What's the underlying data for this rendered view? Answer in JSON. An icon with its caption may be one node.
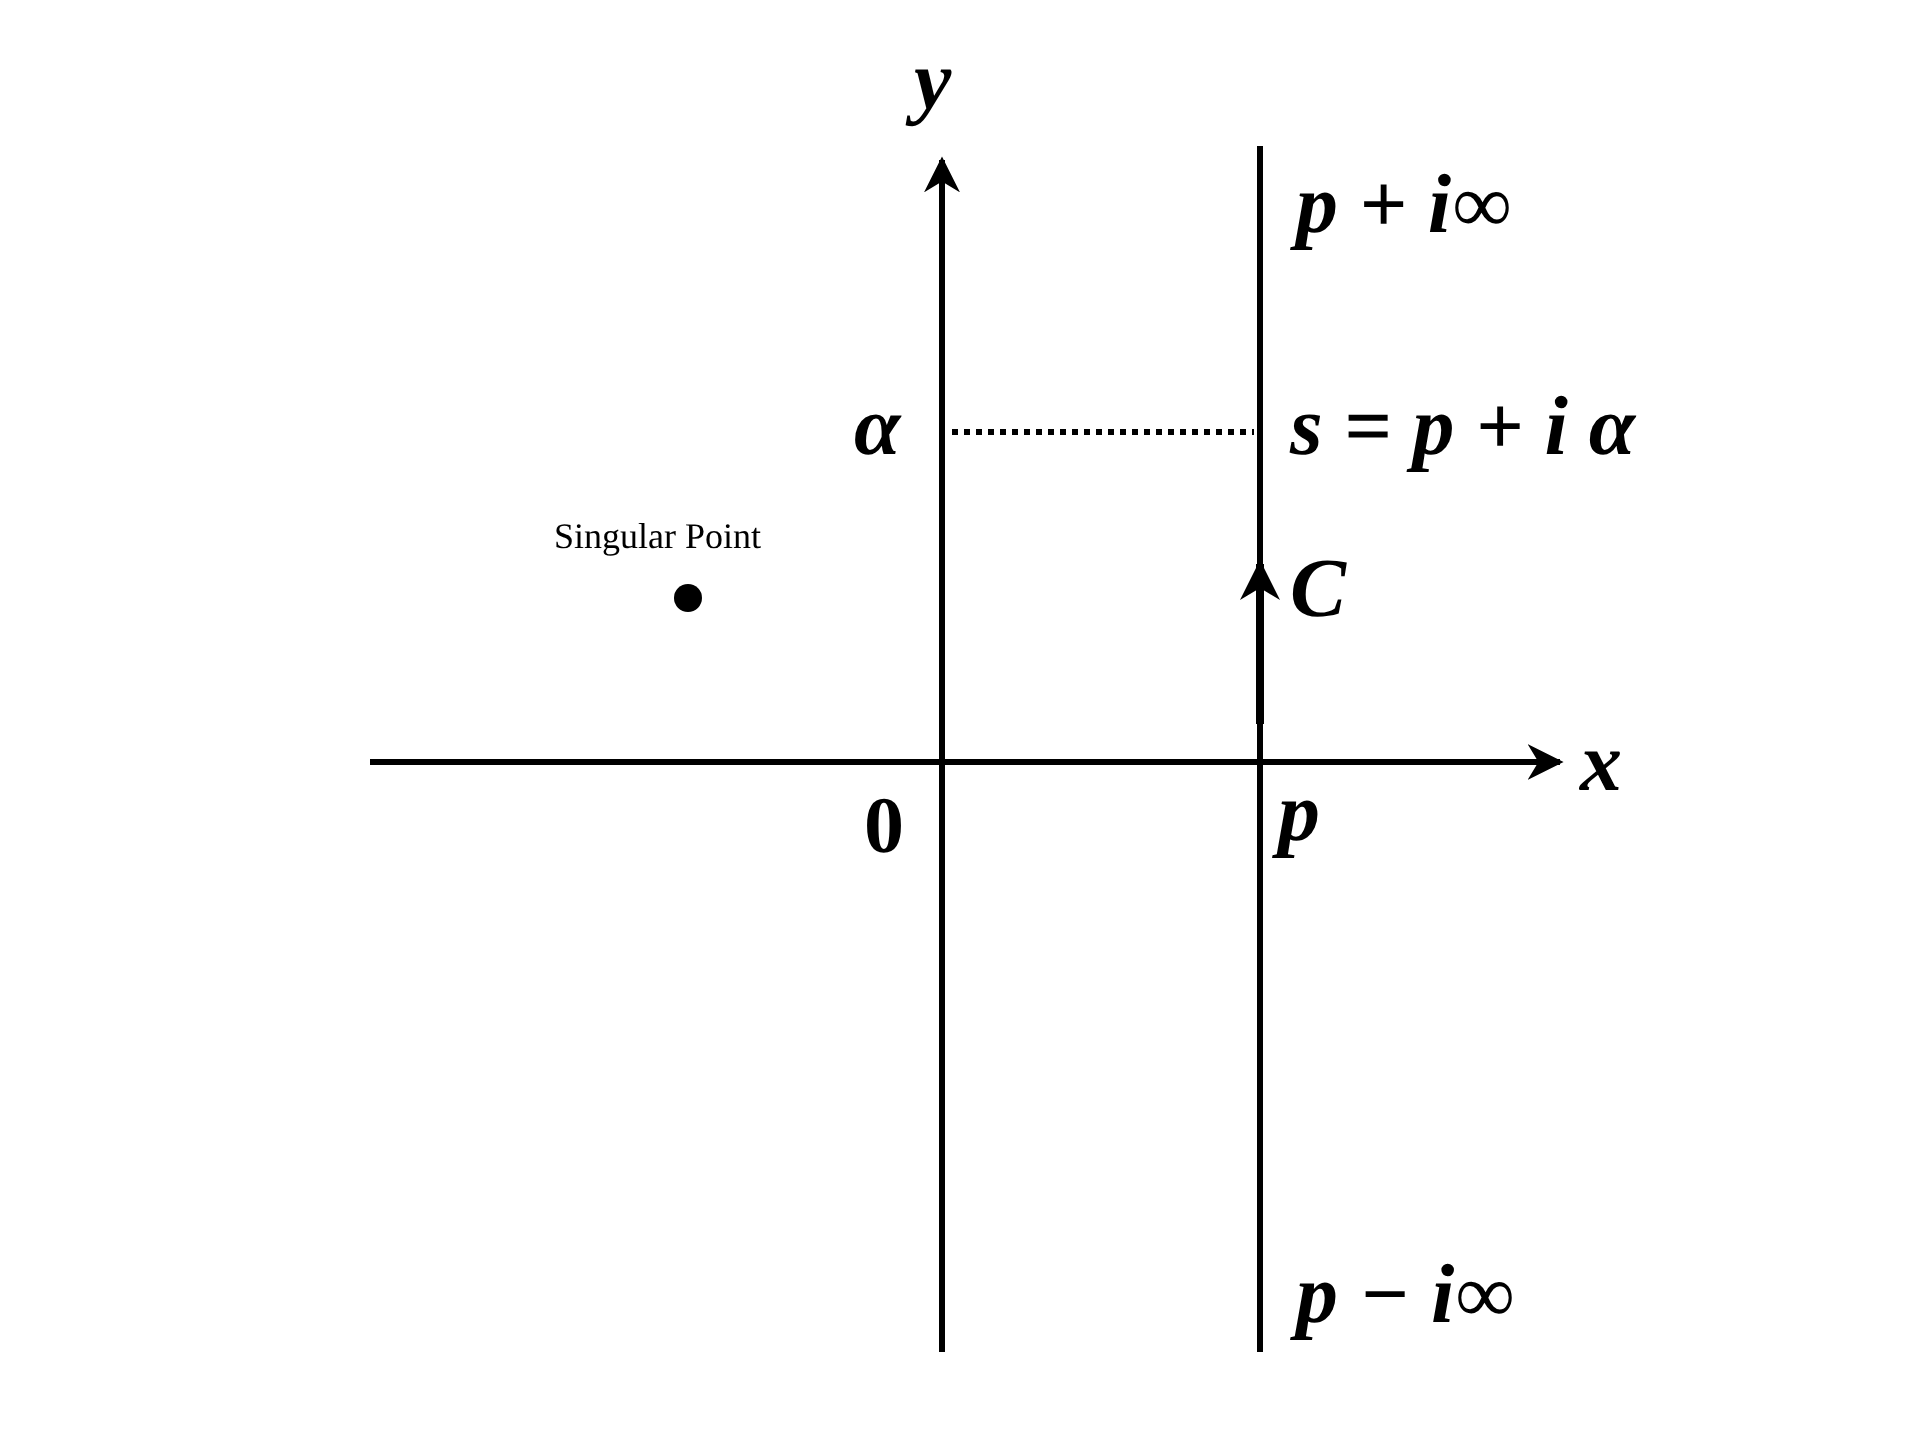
{
  "diagram": {
    "labels": [
      "y",
      "p + i∞",
      "α",
      "s = p + i α",
      "Singular Point",
      "C",
      "x",
      "0",
      "p",
      "p − i∞"
    ]
  }
}
